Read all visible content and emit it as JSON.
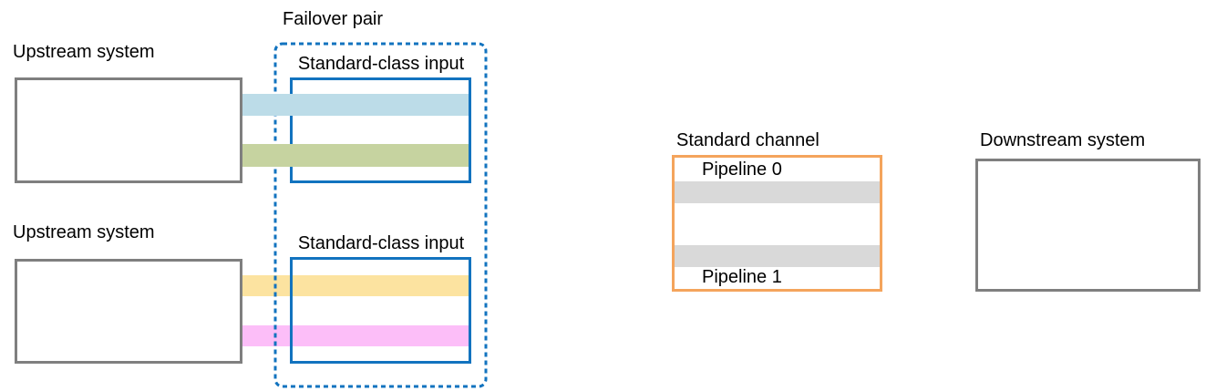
{
  "diagram": {
    "failover_pair": {
      "label": "Failover pair",
      "inputs": [
        {
          "label": "Standard-class input"
        },
        {
          "label": "Standard-class input"
        }
      ]
    },
    "upstream_systems": [
      {
        "label": "Upstream system"
      },
      {
        "label": "Upstream system"
      }
    ],
    "channel": {
      "label": "Standard channel",
      "pipelines": [
        {
          "label": "Pipeline 0"
        },
        {
          "label": "Pipeline 1"
        }
      ]
    },
    "downstream_system": {
      "label": "Downstream system"
    },
    "colors": {
      "blue_border": "#1273BF",
      "gray_border": "#7F7F7F",
      "orange_border": "#F4A45C",
      "stripe_light_blue": "#BCDCE8",
      "stripe_olive": "#C6D3A0",
      "stripe_yellow": "#FCE3A0",
      "stripe_pink": "#FCBEF8",
      "stripe_gray": "#D9D9D9",
      "text": "#000000"
    }
  }
}
